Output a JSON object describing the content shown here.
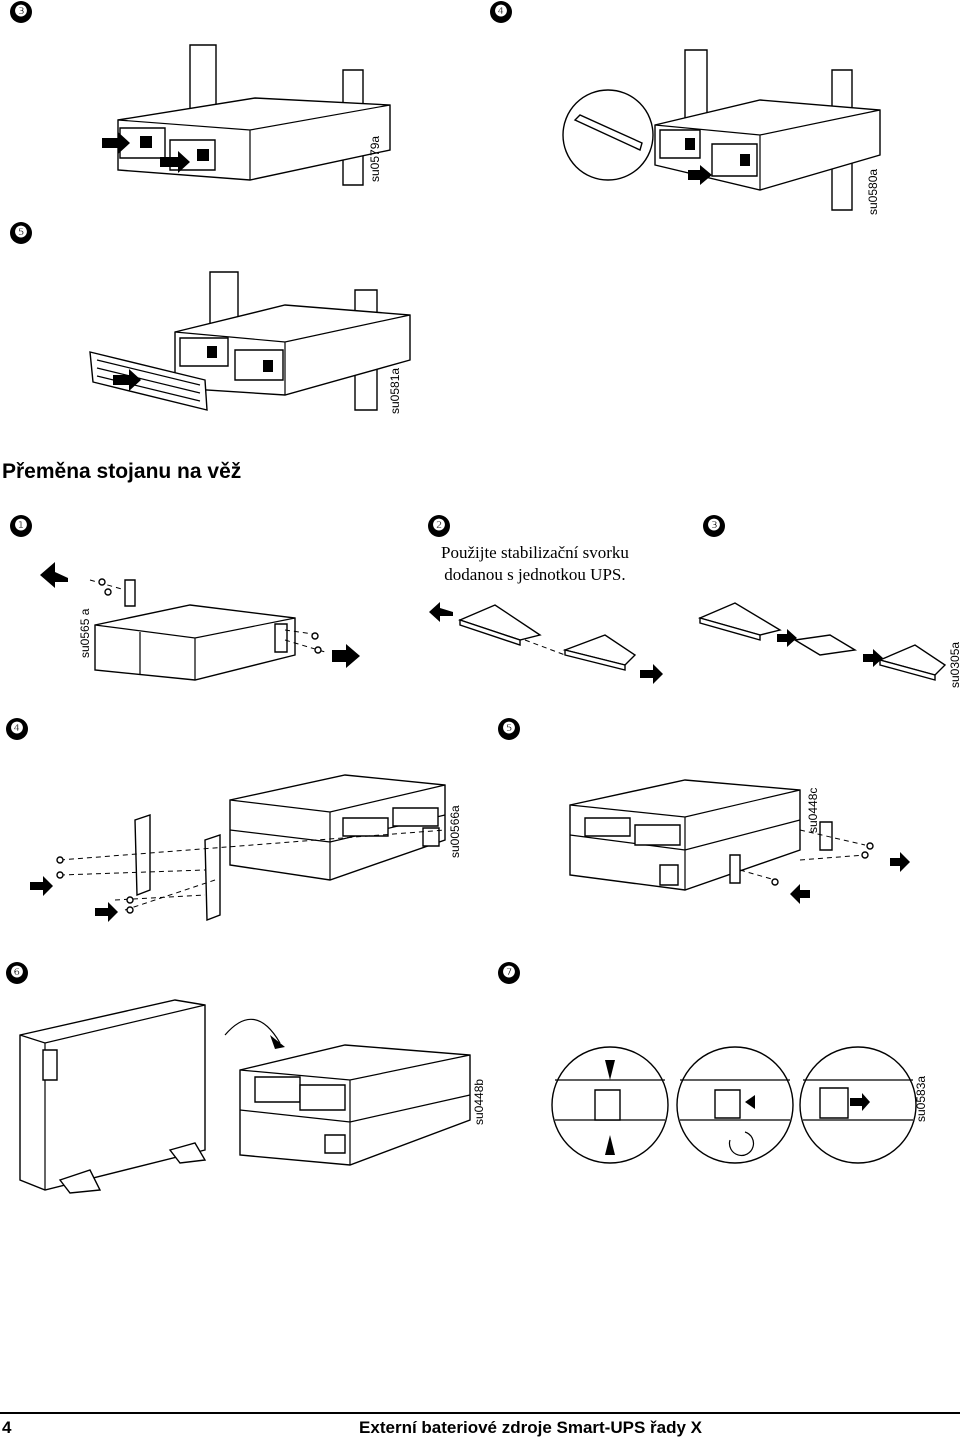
{
  "section_title": "Přeměna stojanu na věž",
  "note_line1": "Použijte stabilizační svorku",
  "note_line2": "dodanou s jednotkou UPS.",
  "top_steps": [
    "❸",
    "❹",
    "❺"
  ],
  "tower_steps": [
    "❶",
    "❷",
    "❸",
    "❹",
    "❺",
    "❻",
    "❼"
  ],
  "figure_codes": {
    "top3": "su0579a",
    "top4": "su0580a",
    "top5": "su0581a",
    "t1": "su0565 a",
    "t3": "su0305a",
    "t4": "su00566a",
    "t5": "su0448c",
    "t6": "su0448b",
    "t7": "su0583a"
  },
  "footer": {
    "page_number": "4",
    "document_title": "Externí bateriové zdroje Smart-UPS řady X"
  }
}
